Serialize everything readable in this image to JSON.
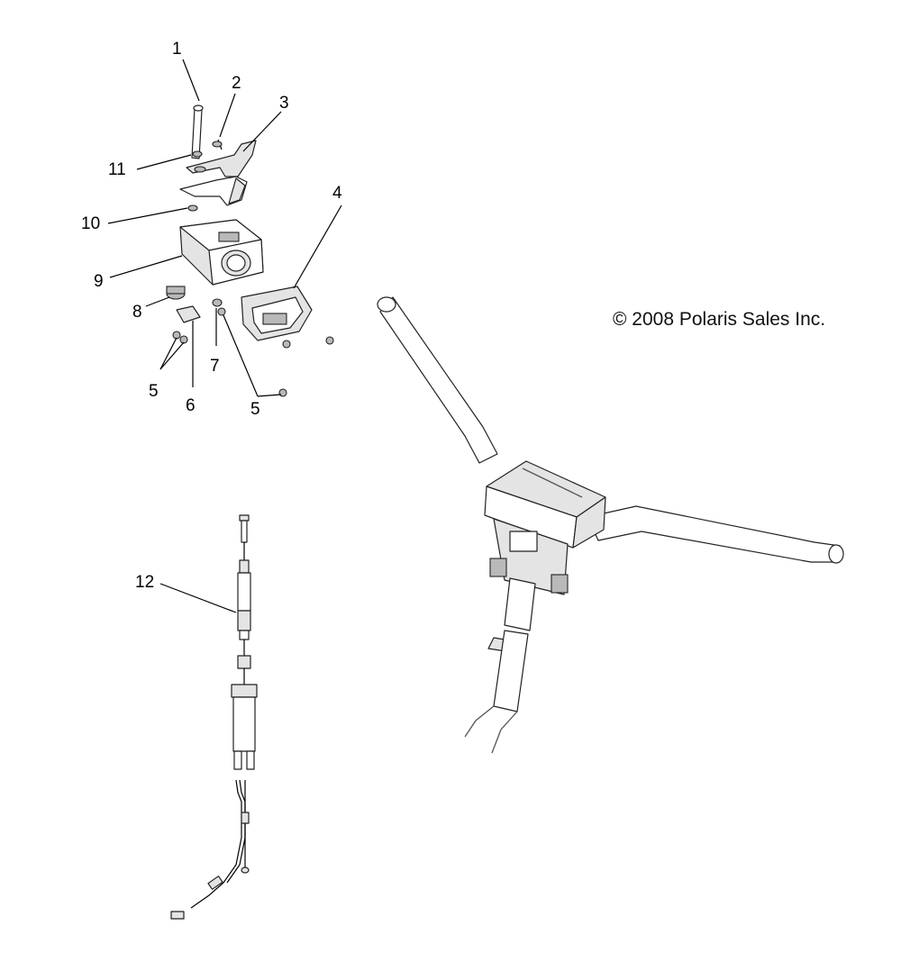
{
  "diagram": {
    "copyright": "© 2008 Polaris Sales Inc.",
    "callouts": {
      "c1": "1",
      "c2": "2",
      "c3": "3",
      "c4": "4",
      "c5a": "5",
      "c5b": "5",
      "c6": "6",
      "c7": "7",
      "c8": "8",
      "c9": "9",
      "c10": "10",
      "c11": "11",
      "c12": "12"
    }
  }
}
